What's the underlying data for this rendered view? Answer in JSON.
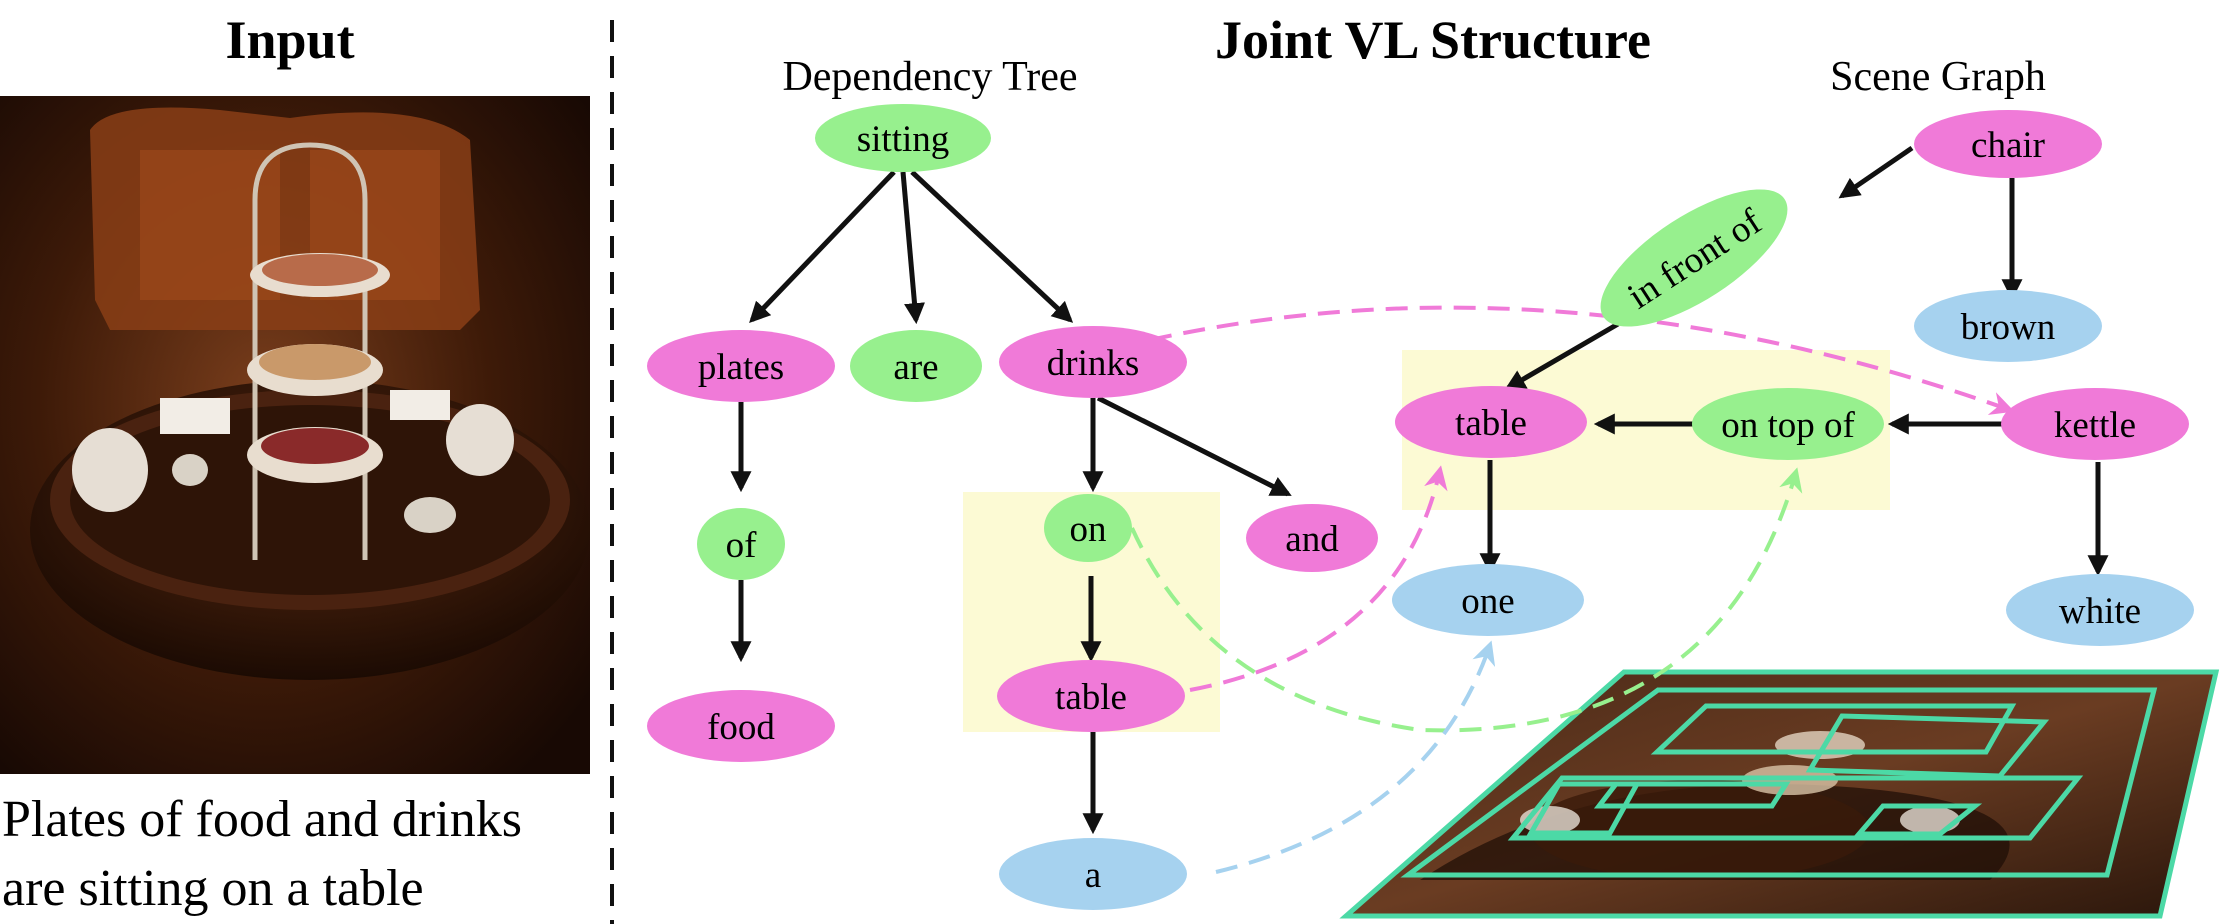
{
  "input": {
    "heading": "Input",
    "caption_line1": "Plates of food and drinks",
    "caption_line2": "are sitting on a table"
  },
  "structure": {
    "heading": "Joint VL Structure",
    "dependency_tree_label": "Dependency Tree",
    "scene_graph_label": "Scene Graph"
  },
  "colors": {
    "object_node": "#f07ad8",
    "relation_node": "#97f08e",
    "attribute_node": "#a6d2ef",
    "highlight_box": "#fcfad4",
    "alignment_pink": "#f07ad8",
    "alignment_green": "#97f08e",
    "alignment_blue": "#a6d2ef",
    "region_box": "#4cd9a6"
  },
  "dependency_tree": {
    "nodes": {
      "sitting": "sitting",
      "plates": "plates",
      "are": "are",
      "drinks": "drinks",
      "of": "of",
      "food": "food",
      "on": "on",
      "and": "and",
      "table": "table",
      "a": "a"
    }
  },
  "scene_graph": {
    "nodes": {
      "chair": "chair",
      "in_front_of": "in front of",
      "brown": "brown",
      "table": "table",
      "on_top_of": "on top of",
      "kettle": "kettle",
      "one": "one",
      "white": "white"
    }
  }
}
